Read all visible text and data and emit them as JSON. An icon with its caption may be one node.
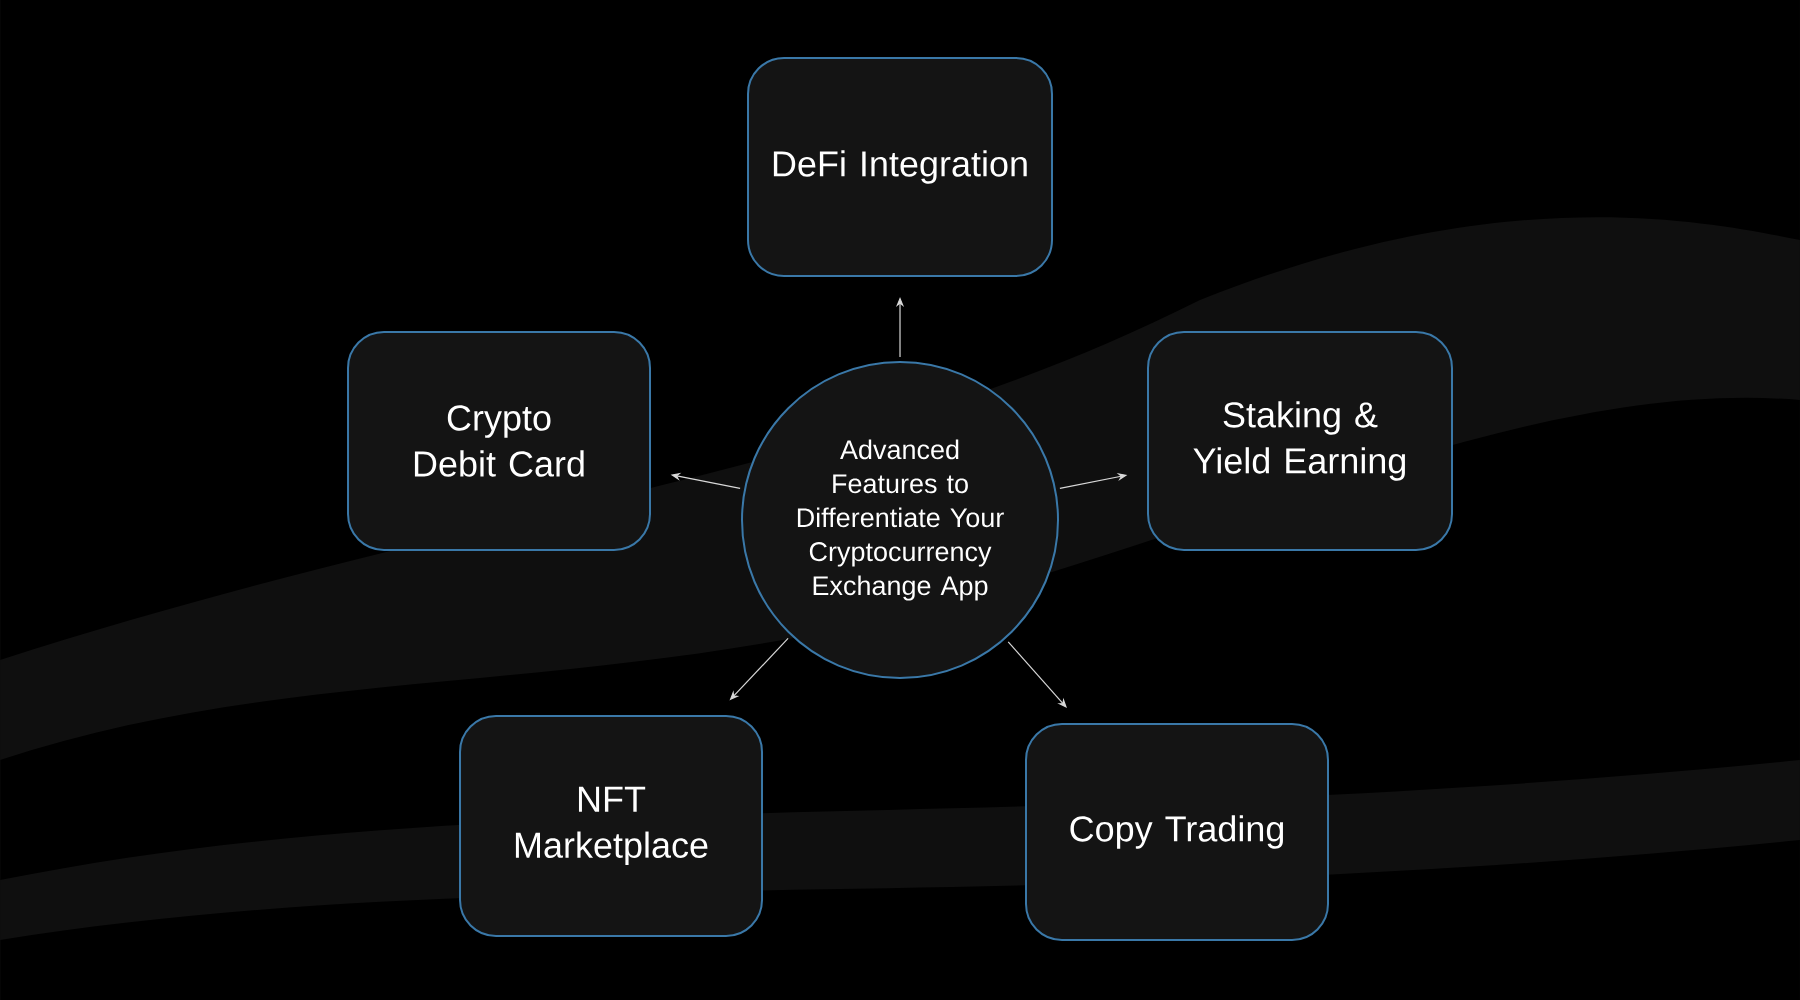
{
  "diagram": {
    "nodes": [
      {
        "text": [
          "Advanced Features to Differentiate Your Cryptocurrency Exchange App"
        ]
      },
      {
        "text": [
          "DeFi Integration"
        ]
      },
      {
        "text": [
          "Crypto Debit Card"
        ]
      },
      {
        "text": [
          "Staking & Yield Earning"
        ]
      },
      {
        "text": [
          "NFT Marketplace"
        ]
      },
      {
        "text": [
          "Copy Trading"
        ]
      }
    ],
    "edges": [
      {
        "from": 0,
        "to": 1,
        "arrow": "to"
      },
      {
        "from": 0,
        "to": 2,
        "arrow": "to"
      },
      {
        "from": 0,
        "to": 3,
        "arrow": "to"
      },
      {
        "from": 0,
        "to": 4,
        "arrow": "to"
      },
      {
        "from": 0,
        "to": 5,
        "arrow": "to"
      }
    ]
  }
}
